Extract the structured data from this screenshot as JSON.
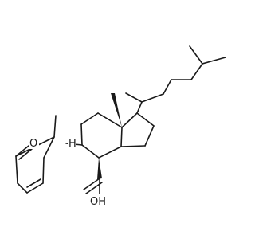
{
  "molecule": {
    "atom_labels": {
      "oxygen_ketone": "O",
      "hydroxyl": "OH",
      "ring_h": "H"
    },
    "colors": {
      "bond": "#1a1a1a",
      "background": "#ffffff"
    }
  }
}
